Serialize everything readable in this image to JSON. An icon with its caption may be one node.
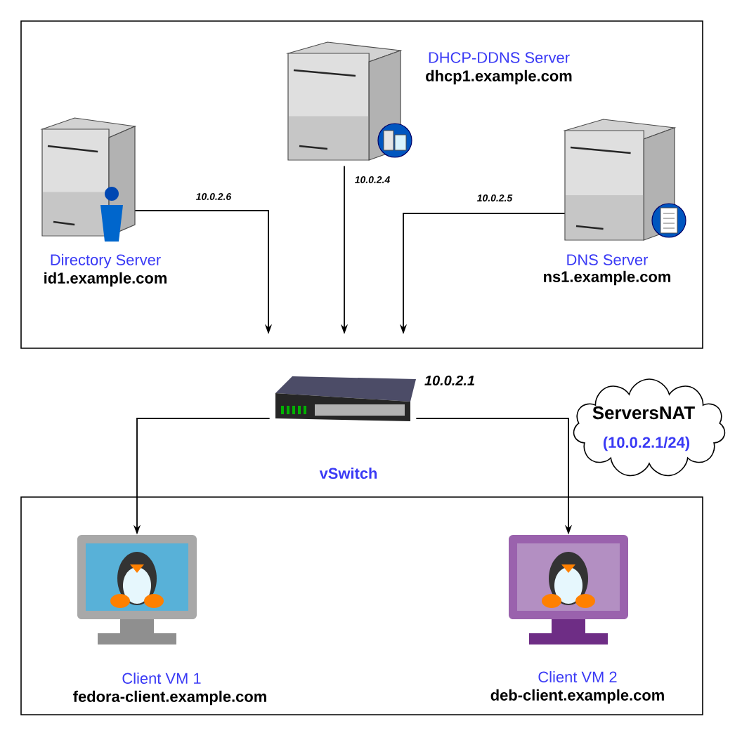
{
  "diagram": {
    "nodes": [
      {
        "text": [],
        "shape": "box"
      },
      {
        "text": [
          "Directory Server",
          "id1.example.com"
        ],
        "in": 0
      },
      {
        "text": [
          "DHCP-DDNS Server",
          "dhcp1.example.com"
        ],
        "in": 0
      },
      {
        "text": [
          "DNS Server",
          "ns1.example.com"
        ],
        "in": 0
      },
      {
        "text": [
          "vSwitch"
        ],
        "beside": [
          "10.0.2.1"
        ]
      },
      {
        "text": [
          "ServersNAT",
          "(10.0.2.1/24)"
        ]
      },
      {
        "text": [],
        "shape": "box"
      },
      {
        "text": [
          "Client VM 1",
          "fedora-client.example.com"
        ],
        "in": 6
      },
      {
        "text": [
          "Client VM 2",
          "deb-client.example.com"
        ],
        "in": 6
      }
    ],
    "edges": [
      {
        "from": 1,
        "to": null,
        "arrow": "to",
        "label": "10.0.2.6"
      },
      {
        "from": 2,
        "to": null,
        "arrow": "to",
        "label": "10.0.2.4"
      },
      {
        "from": 3,
        "to": null,
        "arrow": "to",
        "label": "10.0.2.5"
      },
      {
        "from": 4,
        "to": 7,
        "arrow": "to"
      },
      {
        "from": 4,
        "to": 8,
        "arrow": "to"
      }
    ]
  }
}
